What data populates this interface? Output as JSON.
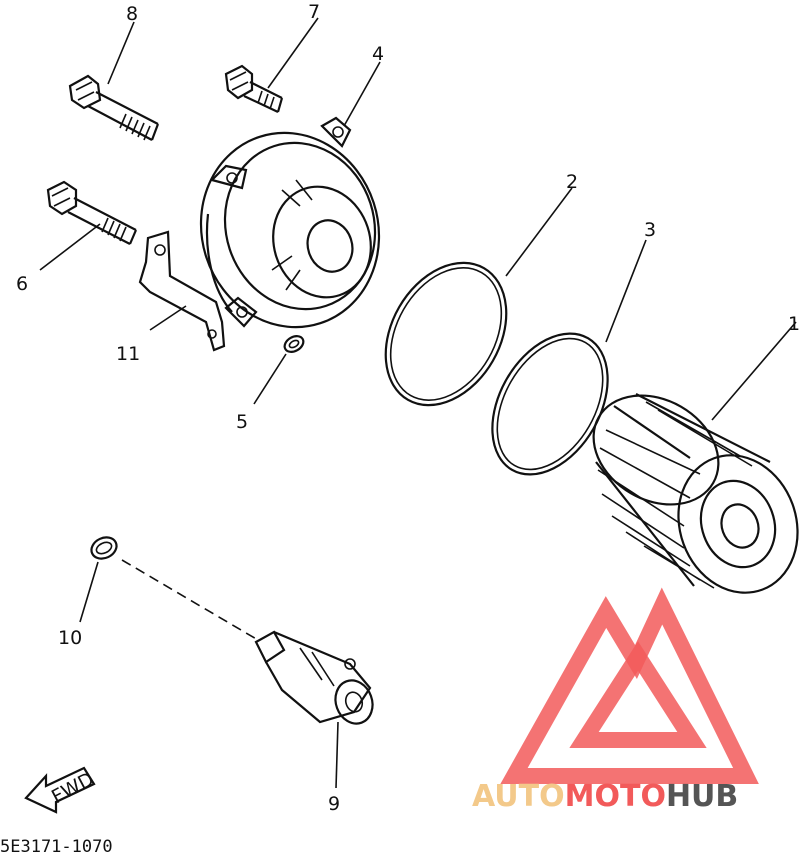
{
  "diagram": {
    "part_numbers": {
      "p1": "1",
      "p2": "2",
      "p3": "3",
      "p4": "4",
      "p5": "5",
      "p6": "6",
      "p7": "7",
      "p8": "8",
      "p9": "9",
      "p10": "10",
      "p11": "11"
    },
    "arrow_label": "FWD",
    "drawing_code": "5E3171-1070"
  },
  "watermark": {
    "part1": "AUTO",
    "part2": "MOTO",
    "part3": "HUB",
    "colors": {
      "auto": "#f3c98a",
      "moto": "#f25a5a",
      "hub": "#555555",
      "logo": "#f25a5a"
    }
  }
}
